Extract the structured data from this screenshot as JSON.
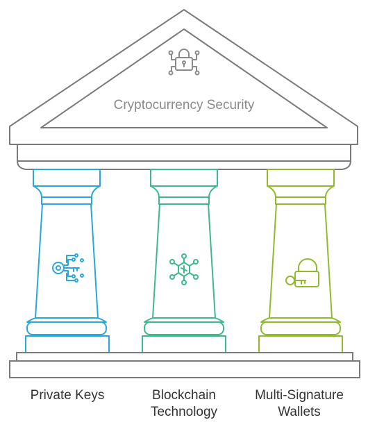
{
  "title": "Cryptocurrency Security",
  "pillars": [
    {
      "label_line1": "Private Keys",
      "label_line2": "",
      "color": "#29a6db",
      "icon": "key-circuit-icon"
    },
    {
      "label_line1": "Blockchain",
      "label_line2": "Technology",
      "color": "#3cb98a",
      "icon": "network-nodes-icon"
    },
    {
      "label_line1": "Multi-Signature",
      "label_line2": "Wallets",
      "color": "#8fba2c",
      "icon": "padlock-key-icon"
    }
  ],
  "colors": {
    "structure": "#7a7a7a",
    "title_text": "#8a8a8a",
    "label_text": "#333333"
  }
}
